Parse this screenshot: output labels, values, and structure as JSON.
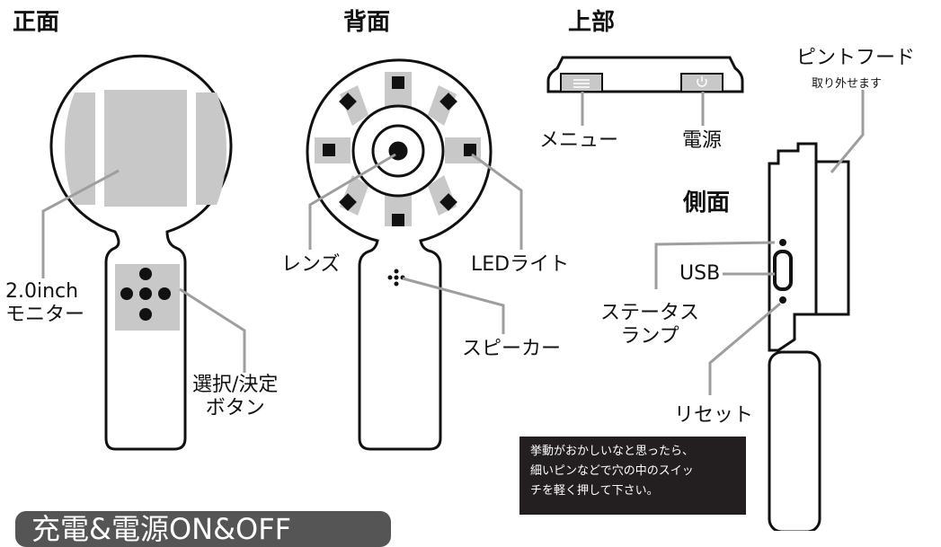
{
  "views": {
    "front": "正面",
    "back": "背面",
    "top": "上部",
    "side": "側面"
  },
  "labels": {
    "monitor": "2.0inch\nモニター",
    "select_button": "選択/決定\nボタン",
    "lens": "レンズ",
    "led_light": "LEDライト",
    "speaker": "スピーカー",
    "menu": "メニュー",
    "power": "電源",
    "focus_hood": "ピントフード",
    "focus_hood_sub": "取り外せます",
    "usb": "USB",
    "status_lamp": "ステータス\nランプ",
    "reset": "リセット"
  },
  "note": "挙動がおかしいなと思ったら、\n細いピンなどで穴の中のスイッ\nチを軽く押して下さい。",
  "banner": "充電&電源ON&OFF",
  "colors": {
    "line": "#111111",
    "gray_fill": "#c8c8c8",
    "leader": "#9e9e9e",
    "note_bg": "#231f20"
  }
}
